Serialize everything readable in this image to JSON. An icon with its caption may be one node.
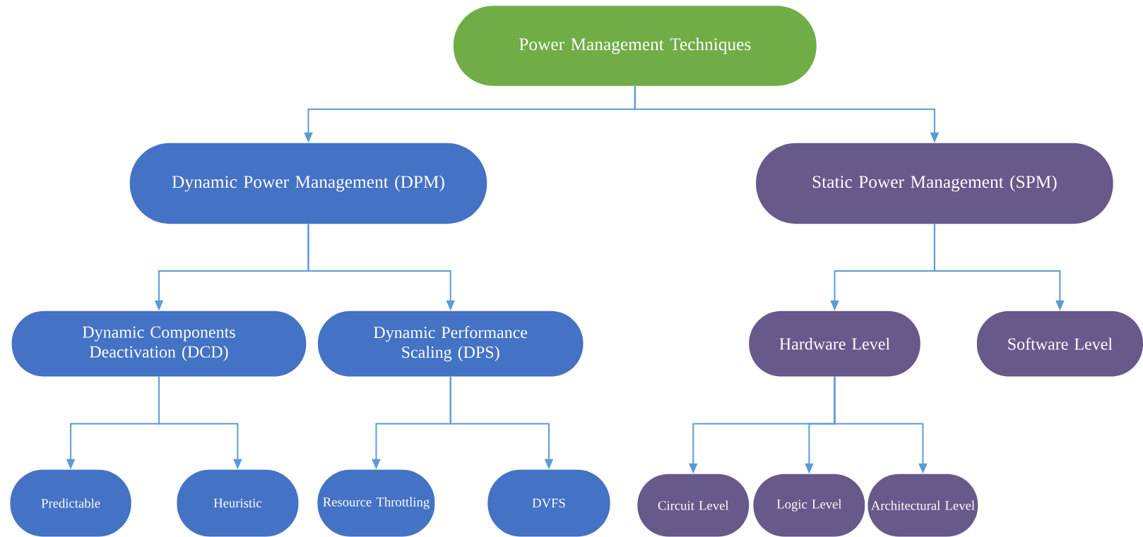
{
  "diagram": {
    "nodes": [
      {
        "text": [
          "Power Management Techniques"
        ]
      },
      {
        "text": [
          "Dynamic Power Management (DPM)"
        ]
      },
      {
        "text": [
          "Static Power Management (SPM)"
        ]
      },
      {
        "text": [
          "Dynamic Components Deactivation (DCD)"
        ]
      },
      {
        "text": [
          "Dynamic Performance Scaling (DPS)"
        ]
      },
      {
        "text": [
          "Hardware Level"
        ]
      },
      {
        "text": [
          "Software Level"
        ]
      },
      {
        "text": [
          "Predictable"
        ]
      },
      {
        "text": [
          "Heuristic"
        ]
      },
      {
        "text": [
          "Resource Throttling"
        ]
      },
      {
        "text": [
          "DVFS"
        ]
      },
      {
        "text": [
          "Circuit Level"
        ]
      },
      {
        "text": [
          "Logic Level"
        ]
      },
      {
        "text": [
          "Architectural Level"
        ]
      }
    ],
    "edges": [
      {
        "from": 0,
        "to": 1,
        "arrow": "to"
      },
      {
        "from": 0,
        "to": 2,
        "arrow": "to"
      },
      {
        "from": 1,
        "to": 3,
        "arrow": "to"
      },
      {
        "from": 1,
        "to": 4,
        "arrow": "to"
      },
      {
        "from": 2,
        "to": 5,
        "arrow": "to"
      },
      {
        "from": 2,
        "to": 6,
        "arrow": "to"
      },
      {
        "from": 3,
        "to": 7,
        "arrow": "to"
      },
      {
        "from": 3,
        "to": 8,
        "arrow": "to"
      },
      {
        "from": 4,
        "to": 9,
        "arrow": "to"
      },
      {
        "from": 4,
        "to": 10,
        "arrow": "to"
      },
      {
        "from": 5,
        "to": 11,
        "arrow": "to"
      },
      {
        "from": 5,
        "to": 12,
        "arrow": "to"
      },
      {
        "from": 5,
        "to": 13,
        "arrow": "to"
      }
    ]
  }
}
